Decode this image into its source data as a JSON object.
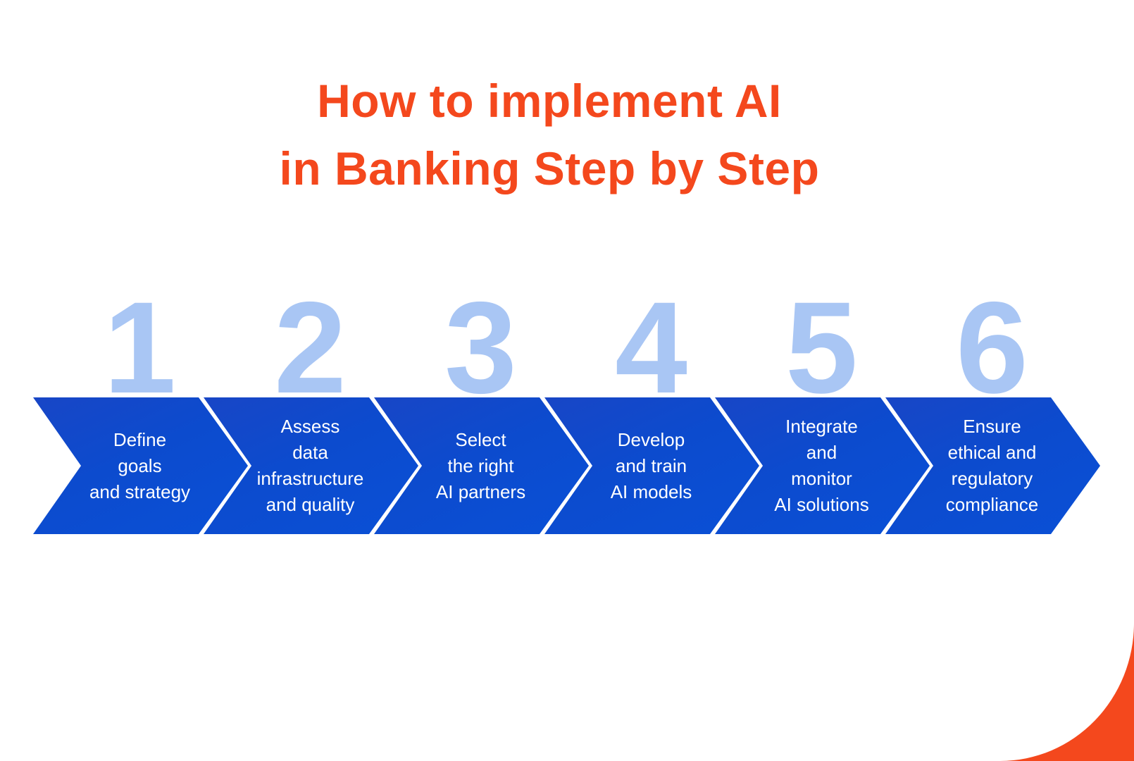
{
  "title": {
    "line1": "How to implement AI",
    "line2": "in Banking Step by Step"
  },
  "steps": [
    {
      "number": "1",
      "lines": [
        "Define",
        "goals",
        "and strategy"
      ]
    },
    {
      "number": "2",
      "lines": [
        "Assess",
        "data",
        "infrastructure",
        "and quality"
      ]
    },
    {
      "number": "3",
      "lines": [
        "Select",
        "the right",
        "AI partners"
      ]
    },
    {
      "number": "4",
      "lines": [
        "Develop",
        "and train",
        "AI models"
      ]
    },
    {
      "number": "5",
      "lines": [
        "Integrate",
        "and",
        "monitor",
        "AI solutions"
      ]
    },
    {
      "number": "6",
      "lines": [
        "Ensure",
        "ethical and",
        "regulatory",
        "compliance"
      ]
    }
  ],
  "colors": {
    "accent_orange": "#F4481D",
    "arrow_blue_top": "#1846C6",
    "arrow_blue_bottom": "#0A50D6",
    "number_light_blue": "#A9C6F4",
    "step_text": "#FFFFFF"
  }
}
